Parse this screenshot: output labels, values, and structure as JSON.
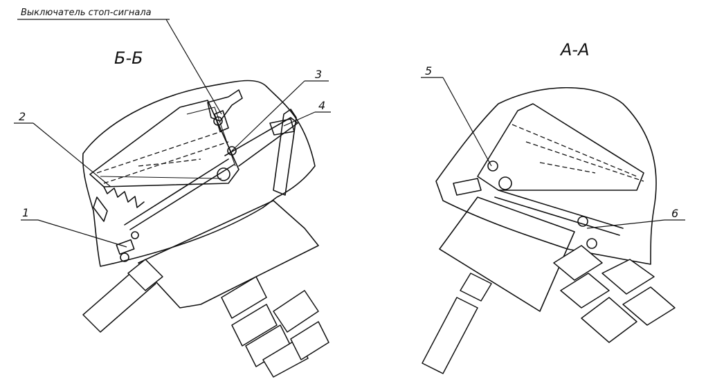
{
  "labels": {
    "switch_caption": "Выключатель стоп-сигнала",
    "section_left": "Б-Б",
    "section_right": "А-А"
  },
  "callouts": [
    "1",
    "2",
    "3",
    "4",
    "5",
    "6"
  ]
}
